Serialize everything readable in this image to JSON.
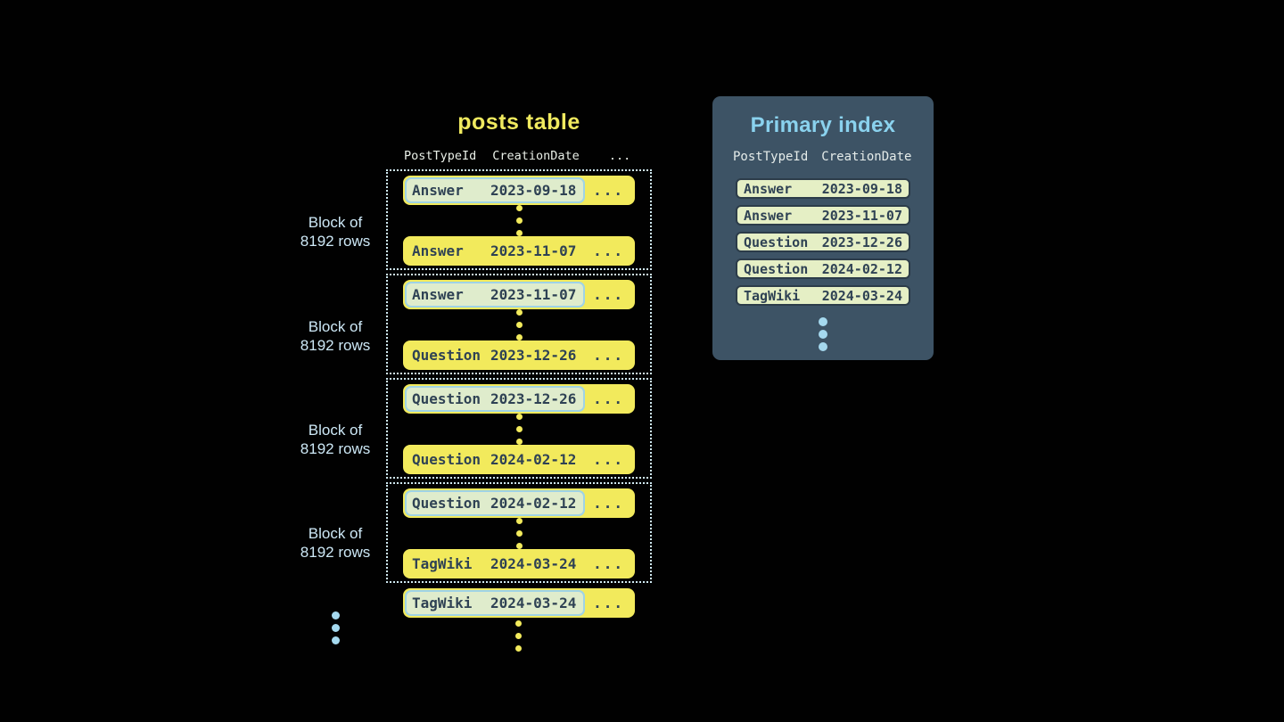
{
  "colors": {
    "background": "#010101",
    "row_yellow": "#f2ea5c",
    "table_title_yellow": "#f0ea5f",
    "highlight_fill": "#dfeccc",
    "highlight_border": "#9fd3e6",
    "index_row_fill": "#e5efc5",
    "index_row_border": "#2c3c49",
    "dark_text": "#2f4254",
    "panel_bg": "#3d5365",
    "index_title_blue": "#8ad2ee",
    "block_label_blue": "#cde8f6",
    "header_text": "#e9efe7",
    "dotted_block_border": "#cfe9f2",
    "blue_dot": "#a5d9ef"
  },
  "posts_table": {
    "title": "posts table",
    "headers": {
      "col1": "PostTypeId",
      "col2": "CreationDate",
      "col3": "..."
    },
    "ellipsis": "...",
    "blocks": [
      {
        "label_line1": "Block of",
        "label_line2": "8192 rows",
        "first_row": {
          "type": "Answer",
          "date": "2023-09-18"
        },
        "last_row": {
          "type": "Answer",
          "date": "2023-11-07"
        }
      },
      {
        "label_line1": "Block of",
        "label_line2": "8192 rows",
        "first_row": {
          "type": "Answer",
          "date": "2023-11-07"
        },
        "last_row": {
          "type": "Question",
          "date": "2023-12-26"
        }
      },
      {
        "label_line1": "Block of",
        "label_line2": "8192 rows",
        "first_row": {
          "type": "Question",
          "date": "2023-12-26"
        },
        "last_row": {
          "type": "Question",
          "date": "2024-02-12"
        }
      },
      {
        "label_line1": "Block of",
        "label_line2": "8192 rows",
        "first_row": {
          "type": "Question",
          "date": "2024-02-12"
        },
        "last_row": {
          "type": "TagWiki",
          "date": "2024-03-24"
        }
      }
    ],
    "next_block_first_row": {
      "type": "TagWiki",
      "date": "2024-03-24"
    }
  },
  "primary_index": {
    "title": "Primary index",
    "headers": {
      "col1": "PostTypeId",
      "col2": "CreationDate"
    },
    "rows": [
      {
        "type": "Answer",
        "date": "2023-09-18"
      },
      {
        "type": "Answer",
        "date": "2023-11-07"
      },
      {
        "type": "Question",
        "date": "2023-12-26"
      },
      {
        "type": "Question",
        "date": "2024-02-12"
      },
      {
        "type": "TagWiki",
        "date": "2024-03-24"
      }
    ]
  }
}
